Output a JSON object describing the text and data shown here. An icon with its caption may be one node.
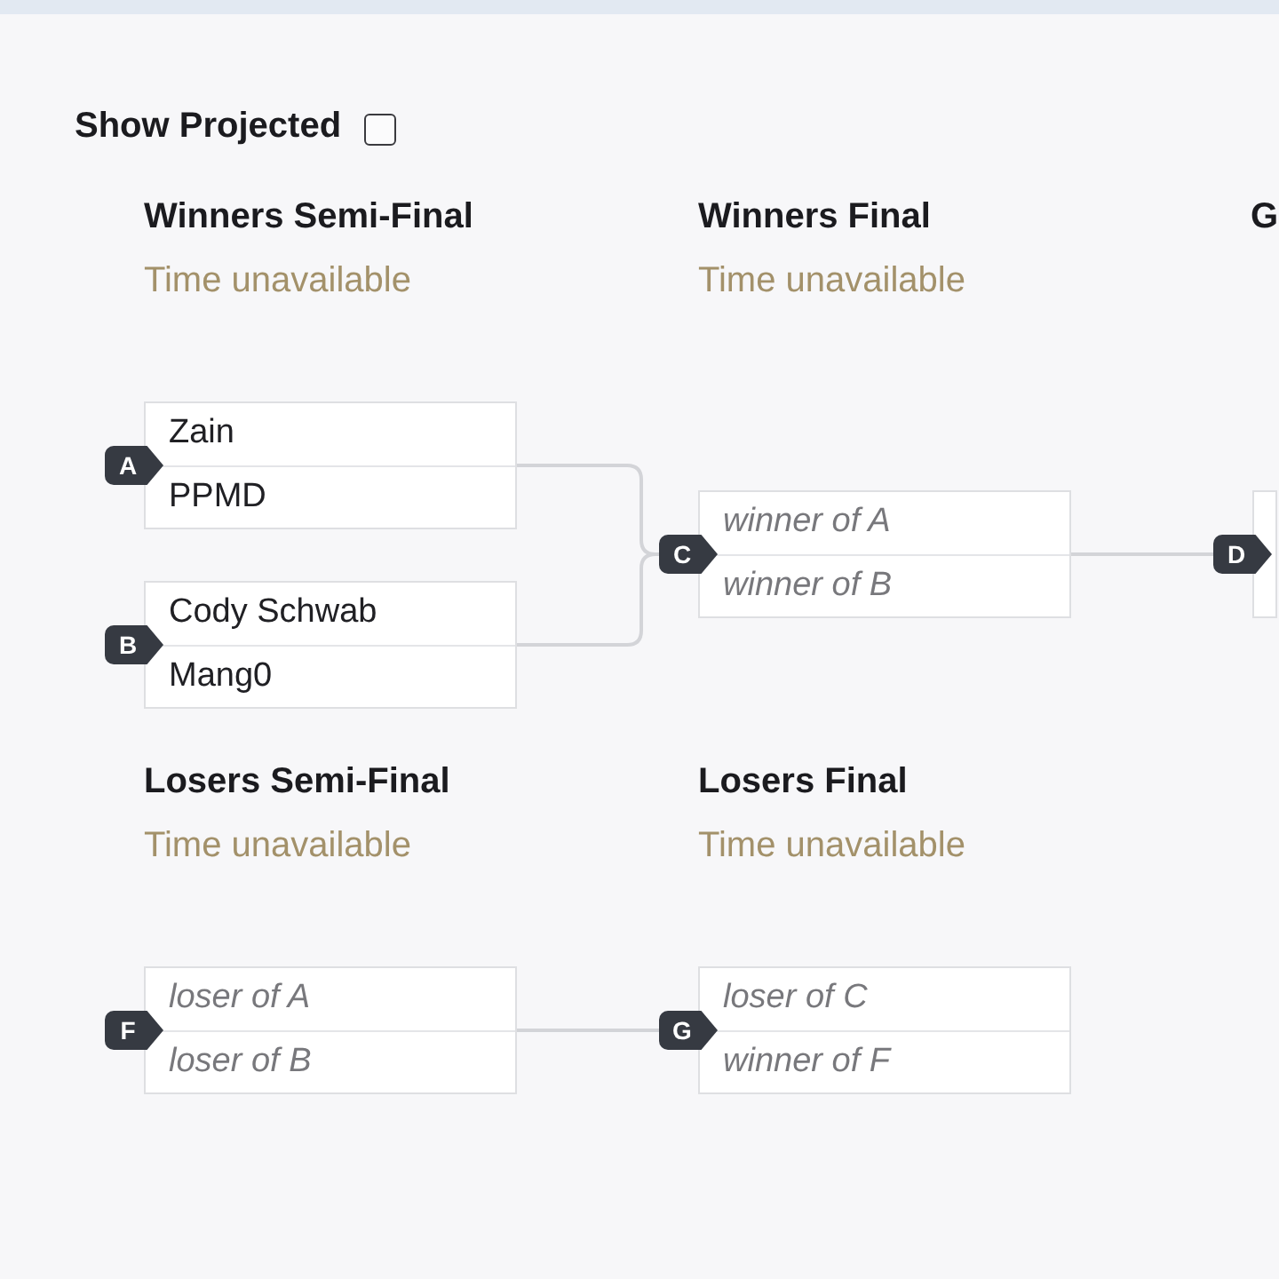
{
  "diagram": {
    "nodes": [
      {
        "text": [
          "A",
          "Zain",
          "PPMD"
        ]
      },
      {
        "text": [
          "B",
          "Cody Schwab",
          "Mang0"
        ]
      },
      {
        "text": [
          "C",
          "winner of A",
          "winner of B"
        ]
      },
      {
        "text": [
          "D"
        ]
      },
      {
        "text": [
          "F",
          "loser of A",
          "loser of B"
        ]
      },
      {
        "text": [
          "G",
          "loser of C",
          "winner of F"
        ]
      }
    ],
    "edges": [
      {
        "from": 0,
        "to": 2,
        "arrow": "none"
      },
      {
        "from": 1,
        "to": 2,
        "arrow": "none"
      },
      {
        "from": 2,
        "to": 3,
        "arrow": "none"
      },
      {
        "from": 4,
        "to": 5,
        "arrow": "none"
      }
    ],
    "labels": [
      "Show Projected",
      "Winners Semi-Final",
      "Winners Final",
      "G",
      "Time unavailable",
      "Time unavailable",
      "Losers Semi-Final",
      "Losers Final",
      "Time unavailable",
      "Time unavailable"
    ]
  }
}
